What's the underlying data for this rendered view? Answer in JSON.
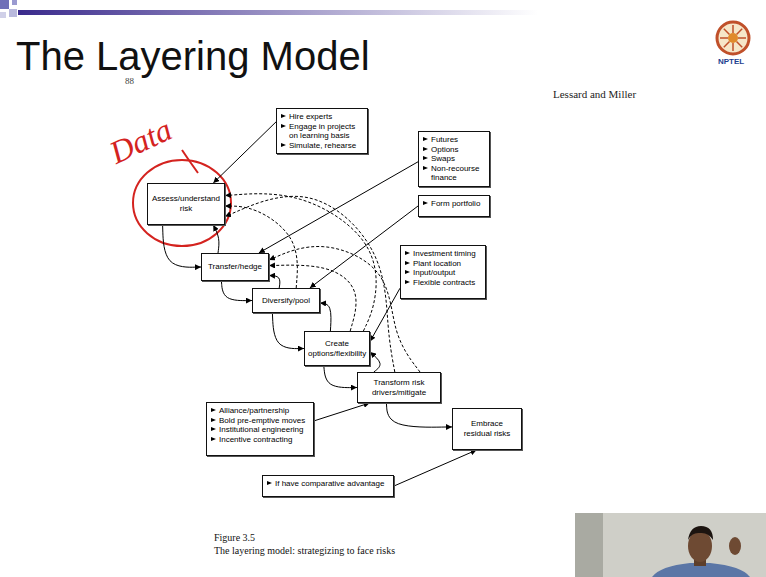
{
  "diagram": {
    "title": "The Layering Model",
    "caption": "The layering model: strategizing to face risks",
    "nodes": [
      {
        "text": [
          "Hire experts",
          "Engage in projects on learning basis",
          "Simulate, rehearse"
        ]
      },
      {
        "text": [
          "Futures",
          "Options",
          "Swaps",
          "Non-recourse finance"
        ]
      },
      {
        "text": [
          "Assess/understand risk"
        ]
      },
      {
        "text": [
          "Form portfolio"
        ]
      },
      {
        "text": [
          "Transfer/hedge"
        ]
      },
      {
        "text": [
          "Investment timing",
          "Plant location",
          "Input/output",
          "Flexible contracts"
        ]
      },
      {
        "text": [
          "Diversify/pool"
        ]
      },
      {
        "text": [
          "Create options/flexibility"
        ]
      },
      {
        "text": [
          "Transform risk drivers/mitigate"
        ]
      },
      {
        "text": [
          "Alliance/partnership",
          "Bold pre-emptive moves",
          "Institutional engineering",
          "Incentive contracting"
        ]
      },
      {
        "text": [
          "Embrace residual risks"
        ]
      },
      {
        "text": [
          "If have comparative advantage"
        ]
      }
    ],
    "edges": [
      {
        "from": 0,
        "to": 2,
        "arrow": "to"
      },
      {
        "from": 1,
        "to": 4,
        "arrow": "to"
      },
      {
        "from": 3,
        "to": 6,
        "arrow": "to"
      },
      {
        "from": 5,
        "to": 7,
        "arrow": "to"
      },
      {
        "from": 9,
        "to": 8,
        "arrow": "to"
      },
      {
        "from": 11,
        "to": 10,
        "arrow": "to"
      },
      {
        "from": 2,
        "to": 4,
        "arrow": "to"
      },
      {
        "from": 4,
        "to": 2,
        "arrow": "to"
      },
      {
        "from": 4,
        "to": 6,
        "arrow": "to"
      },
      {
        "from": 6,
        "to": 4,
        "arrow": "to"
      },
      {
        "from": 6,
        "to": 7,
        "arrow": "to"
      },
      {
        "from": 7,
        "to": 6,
        "arrow": "to"
      },
      {
        "from": 7,
        "to": 8,
        "arrow": "to"
      },
      {
        "from": 8,
        "to": 7,
        "arrow": "to"
      },
      {
        "from": 8,
        "to": 10,
        "arrow": "to"
      },
      {
        "from": 6,
        "to": 2,
        "arrow": "to"
      },
      {
        "from": 7,
        "to": 2,
        "arrow": "to"
      },
      {
        "from": 7,
        "to": 4,
        "arrow": "to"
      },
      {
        "from": 8,
        "to": 2,
        "arrow": "to"
      },
      {
        "from": 8,
        "to": 4,
        "arrow": "to"
      }
    ],
    "labels": [
      "88",
      "Lessard and Miller",
      "Data",
      "NPTEL",
      "Figure 3.5"
    ]
  }
}
